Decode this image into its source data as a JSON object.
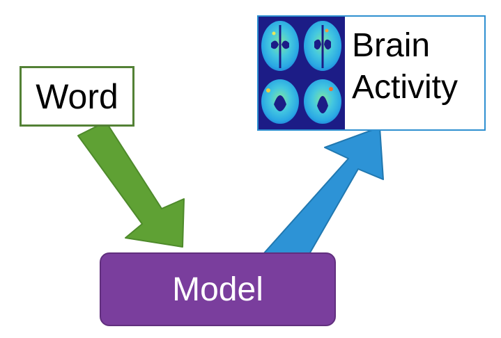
{
  "nodes": {
    "word": {
      "label": "Word"
    },
    "brain": {
      "label_line1": "Brain",
      "label_line2": "Activity"
    },
    "model": {
      "label": "Model"
    }
  },
  "colors": {
    "word_arrow": "#5fa134",
    "word_arrow_border": "#4e8a2b",
    "word_border": "#538135",
    "brain_arrow": "#2d93d6",
    "brain_arrow_border": "#2178b0",
    "brain_border": "#2e8fd0",
    "model_fill": "#7a3e9d",
    "model_border": "#612f7e",
    "scan_background": "#1c1c86"
  },
  "icons": {
    "brain_scan": "brain-scan-thumbnails"
  }
}
